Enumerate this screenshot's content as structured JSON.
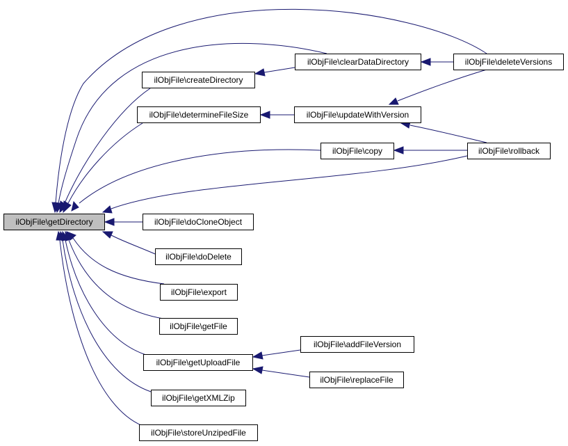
{
  "graph": {
    "root": "ilObjFile\\getDirectory",
    "nodes": {
      "getDirectory": "ilObjFile\\getDirectory",
      "createDirectory": "ilObjFile\\createDirectory",
      "clearDataDirectory": "ilObjFile\\clearDataDirectory",
      "deleteVersions": "ilObjFile\\deleteVersions",
      "determineFileSize": "ilObjFile\\determineFileSize",
      "updateWithVersion": "ilObjFile\\updateWithVersion",
      "copy": "ilObjFile\\copy",
      "rollback": "ilObjFile\\rollback",
      "doCloneObject": "ilObjFile\\doCloneObject",
      "doDelete": "ilObjFile\\doDelete",
      "export": "ilObjFile\\export",
      "getFile": "ilObjFile\\getFile",
      "getUploadFile": "ilObjFile\\getUploadFile",
      "addFileVersion": "ilObjFile\\addFileVersion",
      "replaceFile": "ilObjFile\\replaceFile",
      "getXMLZip": "ilObjFile\\getXMLZip",
      "storeUnzipedFile": "ilObjFile\\storeUnzipedFile"
    },
    "edges": [
      {
        "from": "createDirectory",
        "to": "getDirectory"
      },
      {
        "from": "clearDataDirectory",
        "to": "getDirectory"
      },
      {
        "from": "deleteVersions",
        "to": "getDirectory"
      },
      {
        "from": "determineFileSize",
        "to": "getDirectory"
      },
      {
        "from": "copy",
        "to": "getDirectory"
      },
      {
        "from": "rollback",
        "to": "getDirectory"
      },
      {
        "from": "doCloneObject",
        "to": "getDirectory"
      },
      {
        "from": "doDelete",
        "to": "getDirectory"
      },
      {
        "from": "export",
        "to": "getDirectory"
      },
      {
        "from": "getFile",
        "to": "getDirectory"
      },
      {
        "from": "getUploadFile",
        "to": "getDirectory"
      },
      {
        "from": "getXMLZip",
        "to": "getDirectory"
      },
      {
        "from": "storeUnzipedFile",
        "to": "getDirectory"
      },
      {
        "from": "clearDataDirectory",
        "to": "createDirectory"
      },
      {
        "from": "deleteVersions",
        "to": "clearDataDirectory"
      },
      {
        "from": "updateWithVersion",
        "to": "determineFileSize"
      },
      {
        "from": "deleteVersions",
        "to": "updateWithVersion"
      },
      {
        "from": "rollback",
        "to": "updateWithVersion"
      },
      {
        "from": "rollback",
        "to": "copy"
      },
      {
        "from": "addFileVersion",
        "to": "getUploadFile"
      },
      {
        "from": "replaceFile",
        "to": "getUploadFile"
      }
    ],
    "colors": {
      "edge": "#191970",
      "root_fill": "#bfbfbf",
      "node_fill": "#ffffff",
      "node_border": "#000000"
    }
  }
}
